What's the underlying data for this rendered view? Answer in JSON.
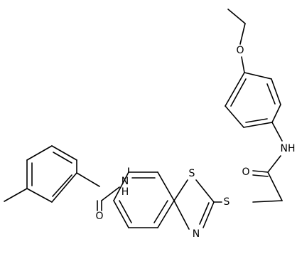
{
  "molecule": {
    "atom_labels": {
      "ether_oxygen": "O",
      "amide1_nh": "NH",
      "amide1_oxygen": "O",
      "amide2_nh": "N",
      "amide2_h": "H",
      "amide2_oxygen": "O",
      "thioether_sulfur": "S",
      "ring_sulfur": "S",
      "ring_nitrogen": "N"
    },
    "colors": {
      "bond": "#000000",
      "text": "#000000",
      "background": "#ffffff"
    }
  }
}
